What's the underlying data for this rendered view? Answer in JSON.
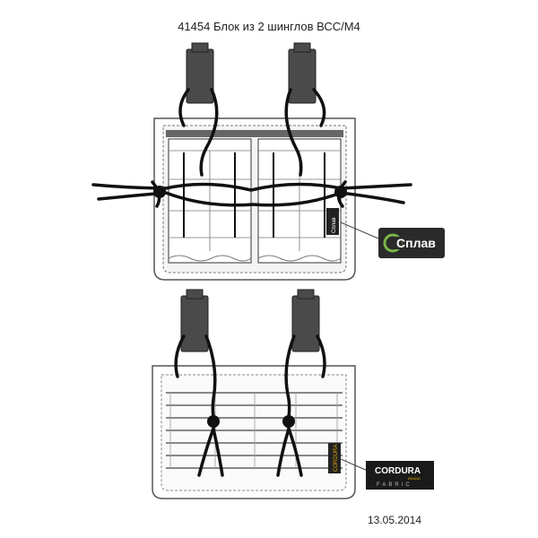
{
  "title": "41454 Блок из 2 шинглов ВСС/М4",
  "date": "13.05.2014",
  "splav_logo": {
    "text": "Сплав",
    "accent": "#7ab648"
  },
  "cordura_logo": {
    "name": "CORDURA",
    "brand": "BRAND",
    "fabric": "FABRIC",
    "accent": "#e0a800"
  },
  "small_label_front": "Сплав",
  "small_label_back": "CORDURA",
  "colors": {
    "webbing": "#4a4a4a",
    "cord": "#111111",
    "outline": "#555555",
    "fill": "#f2f2f2"
  }
}
